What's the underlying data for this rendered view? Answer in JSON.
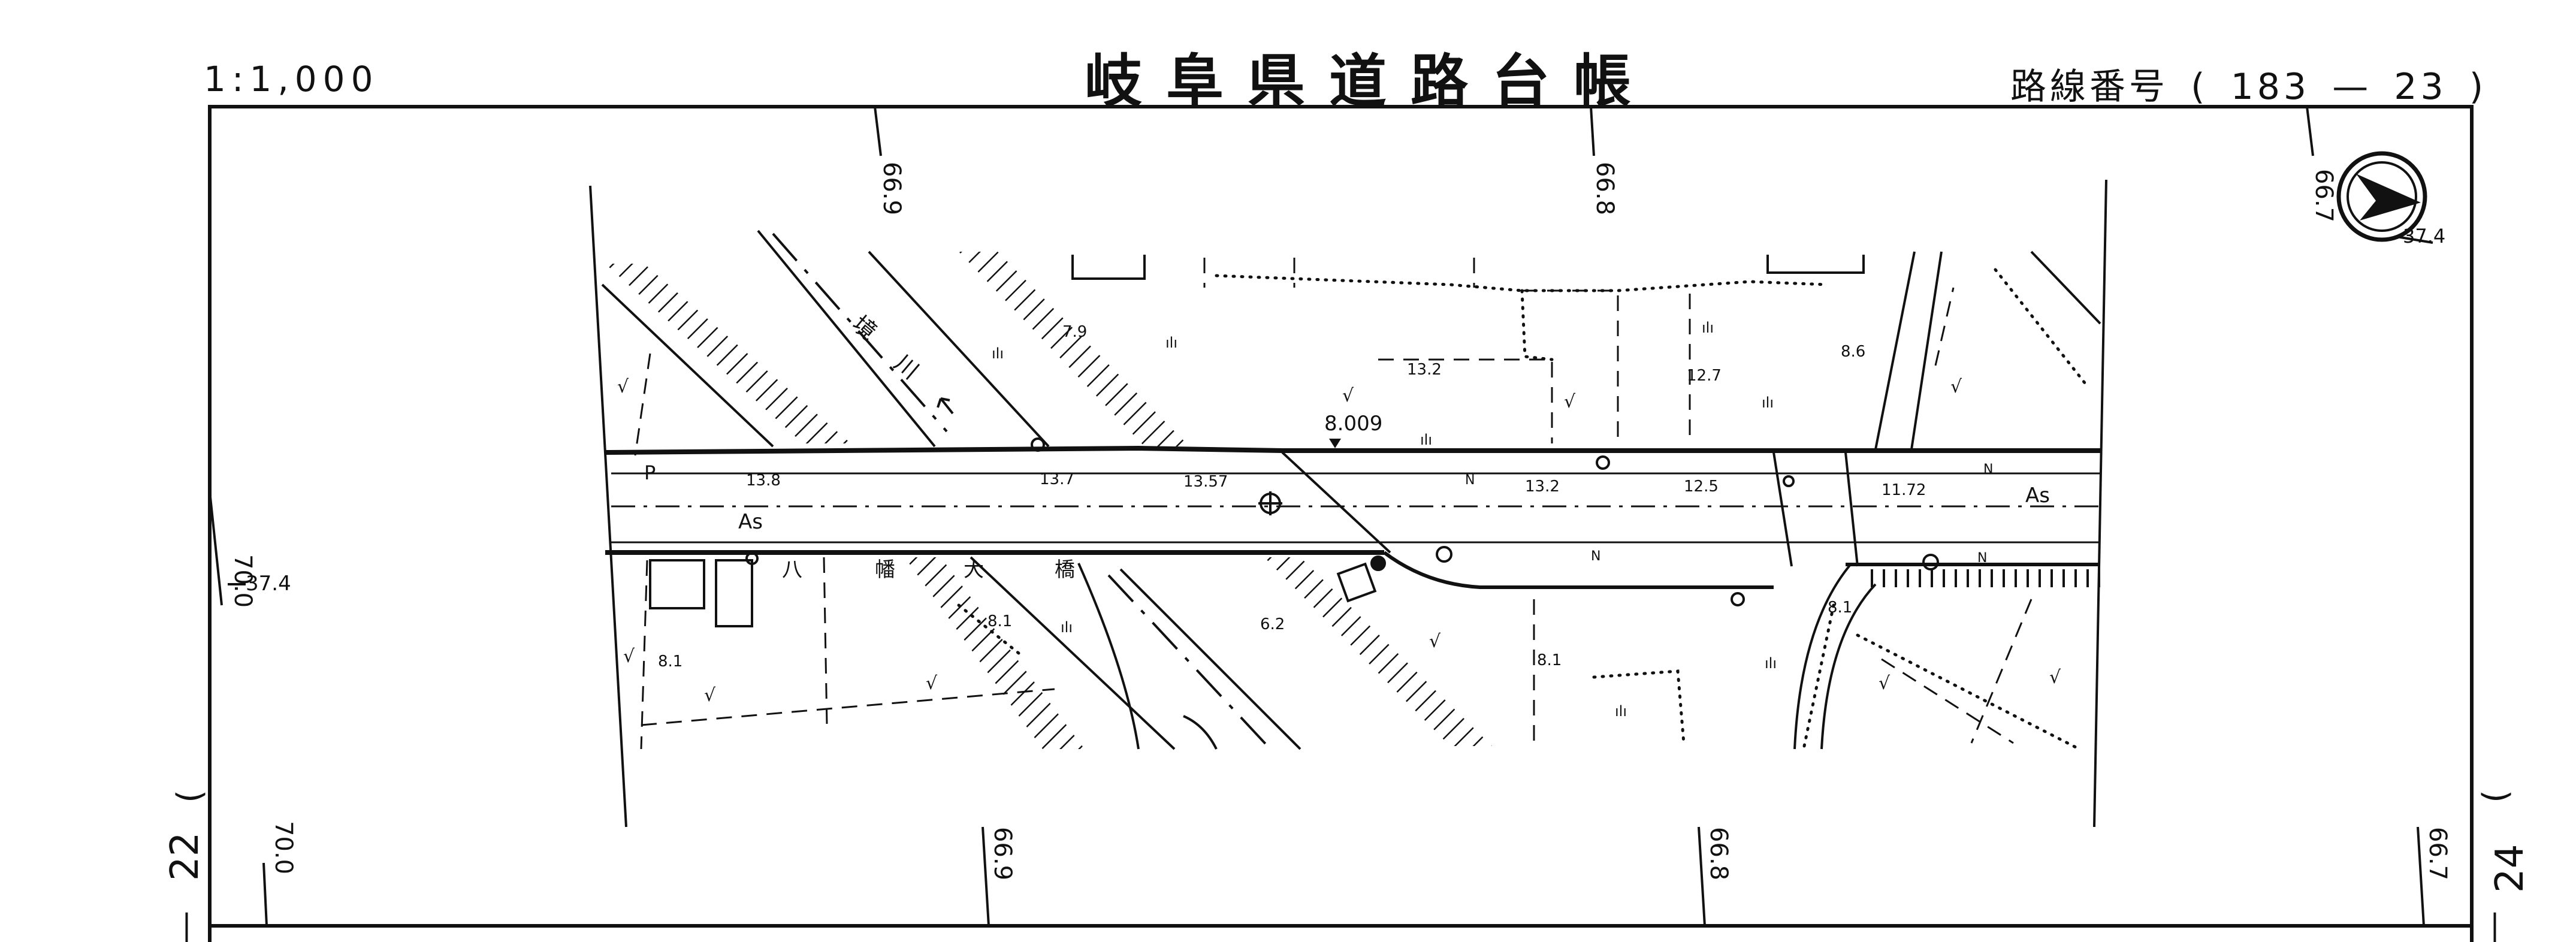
{
  "header": {
    "scale": "1:1,000",
    "title": "岐阜県道路台帳",
    "route_label": "路線番号",
    "route_paren_open": "(",
    "route_number": "183",
    "route_dash": "—",
    "route_section": "23",
    "route_paren_close": ")"
  },
  "grid": {
    "top_labels": [
      "66.9",
      "66.8",
      "66.7"
    ],
    "bottom_labels": [
      "70.0",
      "66.9",
      "66.8",
      "66.7"
    ],
    "left_label": "70.0",
    "left_elev": "37.4",
    "right_elev": "37.4"
  },
  "sheet_numbers": {
    "left": "22",
    "right": "24",
    "left_paren": ")",
    "right_paren": ")",
    "left_dash": "—",
    "right_dash": "—"
  },
  "map": {
    "surface_left": "As",
    "surface_right": "As",
    "benchmark": "8.009",
    "river_chars": [
      "境",
      "川"
    ],
    "bridge_chars": [
      "八",
      "幡",
      "大",
      "橋"
    ],
    "p_mark": "P",
    "north_marks": [
      "N",
      "N",
      "N",
      "N"
    ],
    "elevations": [
      "13.8",
      "13.7",
      "13.57",
      "13.2",
      "12.5",
      "11.72",
      "7.9",
      "13.2",
      "12.7",
      "8.6",
      "8.1",
      "6.2",
      "8.1",
      "8.1",
      "8.1"
    ],
    "vegetation_symbol": "ılı",
    "field_symbol": "√"
  },
  "colors": {
    "ink": "#111111",
    "paper": "#ffffff"
  }
}
